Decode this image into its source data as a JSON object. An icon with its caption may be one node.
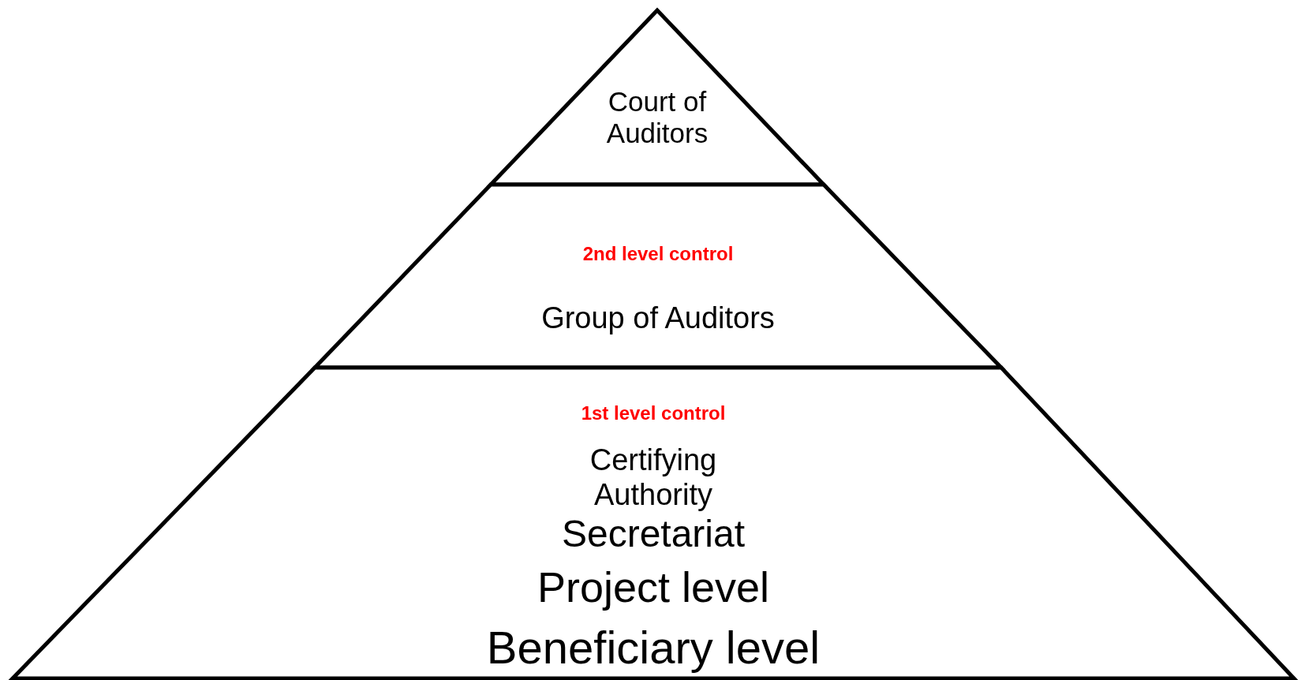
{
  "diagram": {
    "nodes": [
      {
        "text": [
          "Court of Auditors"
        ]
      },
      {
        "text": [
          "2nd level control",
          "Group of Auditors"
        ]
      },
      {
        "text": [
          "1st level control",
          "Certifying Authority",
          "Secretariat",
          "Project level",
          "Beneficiary level"
        ]
      }
    ]
  }
}
